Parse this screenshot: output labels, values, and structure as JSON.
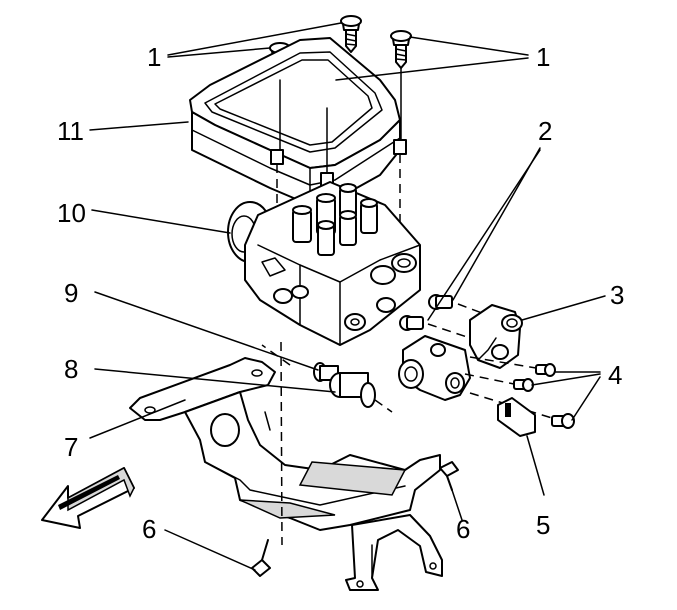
{
  "callouts": {
    "c1_left": "1",
    "c1_right": "1",
    "c2": "2",
    "c3": "3",
    "c4": "4",
    "c5": "5",
    "c6_left": "6",
    "c6_right": "6",
    "c7": "7",
    "c8": "8",
    "c9": "9",
    "c10": "10",
    "c11": "11"
  },
  "parts": {
    "screw_count": 4,
    "icons": [
      "screw-icon",
      "module-icon",
      "modulator-valve-icon",
      "bracket-icon",
      "front-arrow-icon"
    ]
  },
  "colors": {
    "line": "#000000",
    "background": "#ffffff",
    "shade": "#d9d9d9"
  }
}
